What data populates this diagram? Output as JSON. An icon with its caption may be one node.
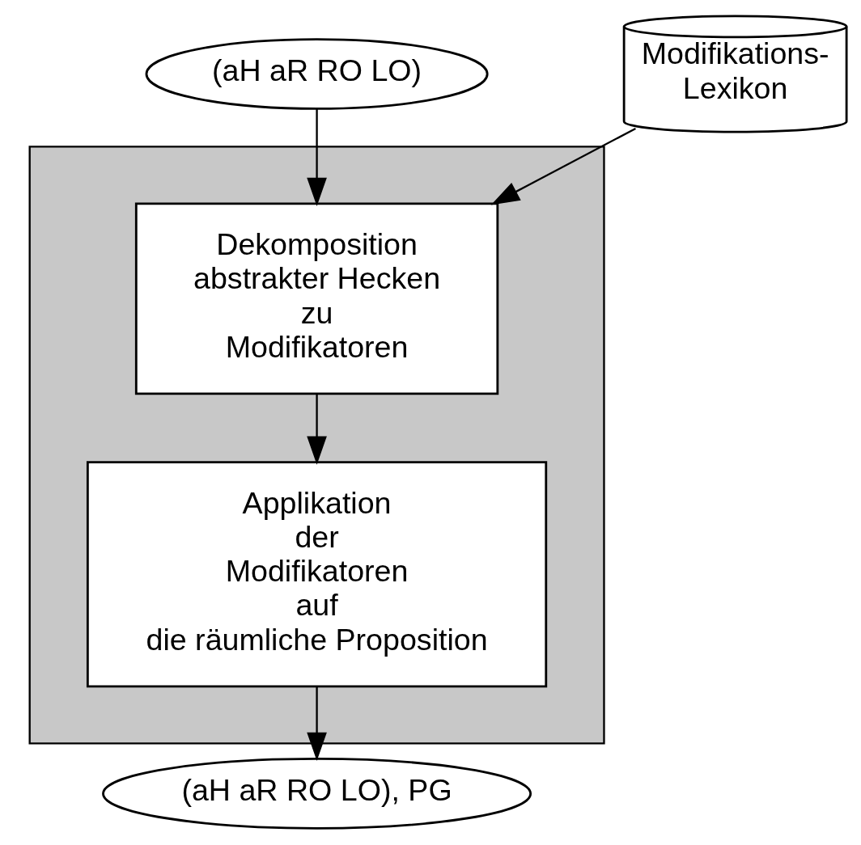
{
  "diagram": {
    "nodes": [
      {
        "text": [
          "(aH aR RO LO)"
        ]
      },
      {
        "text": [],
        "shape": "box"
      },
      {
        "text": [
          "Dekomposition abstrakter Hecken zu Modifikatoren"
        ],
        "in": 1
      },
      {
        "text": [
          "Applikation der Modifikatoren auf die räumliche Proposition"
        ],
        "in": 1
      },
      {
        "text": [
          "Modifikations- Lexikon"
        ]
      },
      {
        "text": [
          "(aH aR RO LO), PG"
        ]
      }
    ],
    "edges": [
      {
        "from": 0,
        "to": 2,
        "arrow": "to"
      },
      {
        "from": 4,
        "to": 2,
        "arrow": "to"
      },
      {
        "from": 2,
        "to": 3,
        "arrow": "to"
      },
      {
        "from": 3,
        "to": 5,
        "arrow": "to"
      }
    ]
  }
}
